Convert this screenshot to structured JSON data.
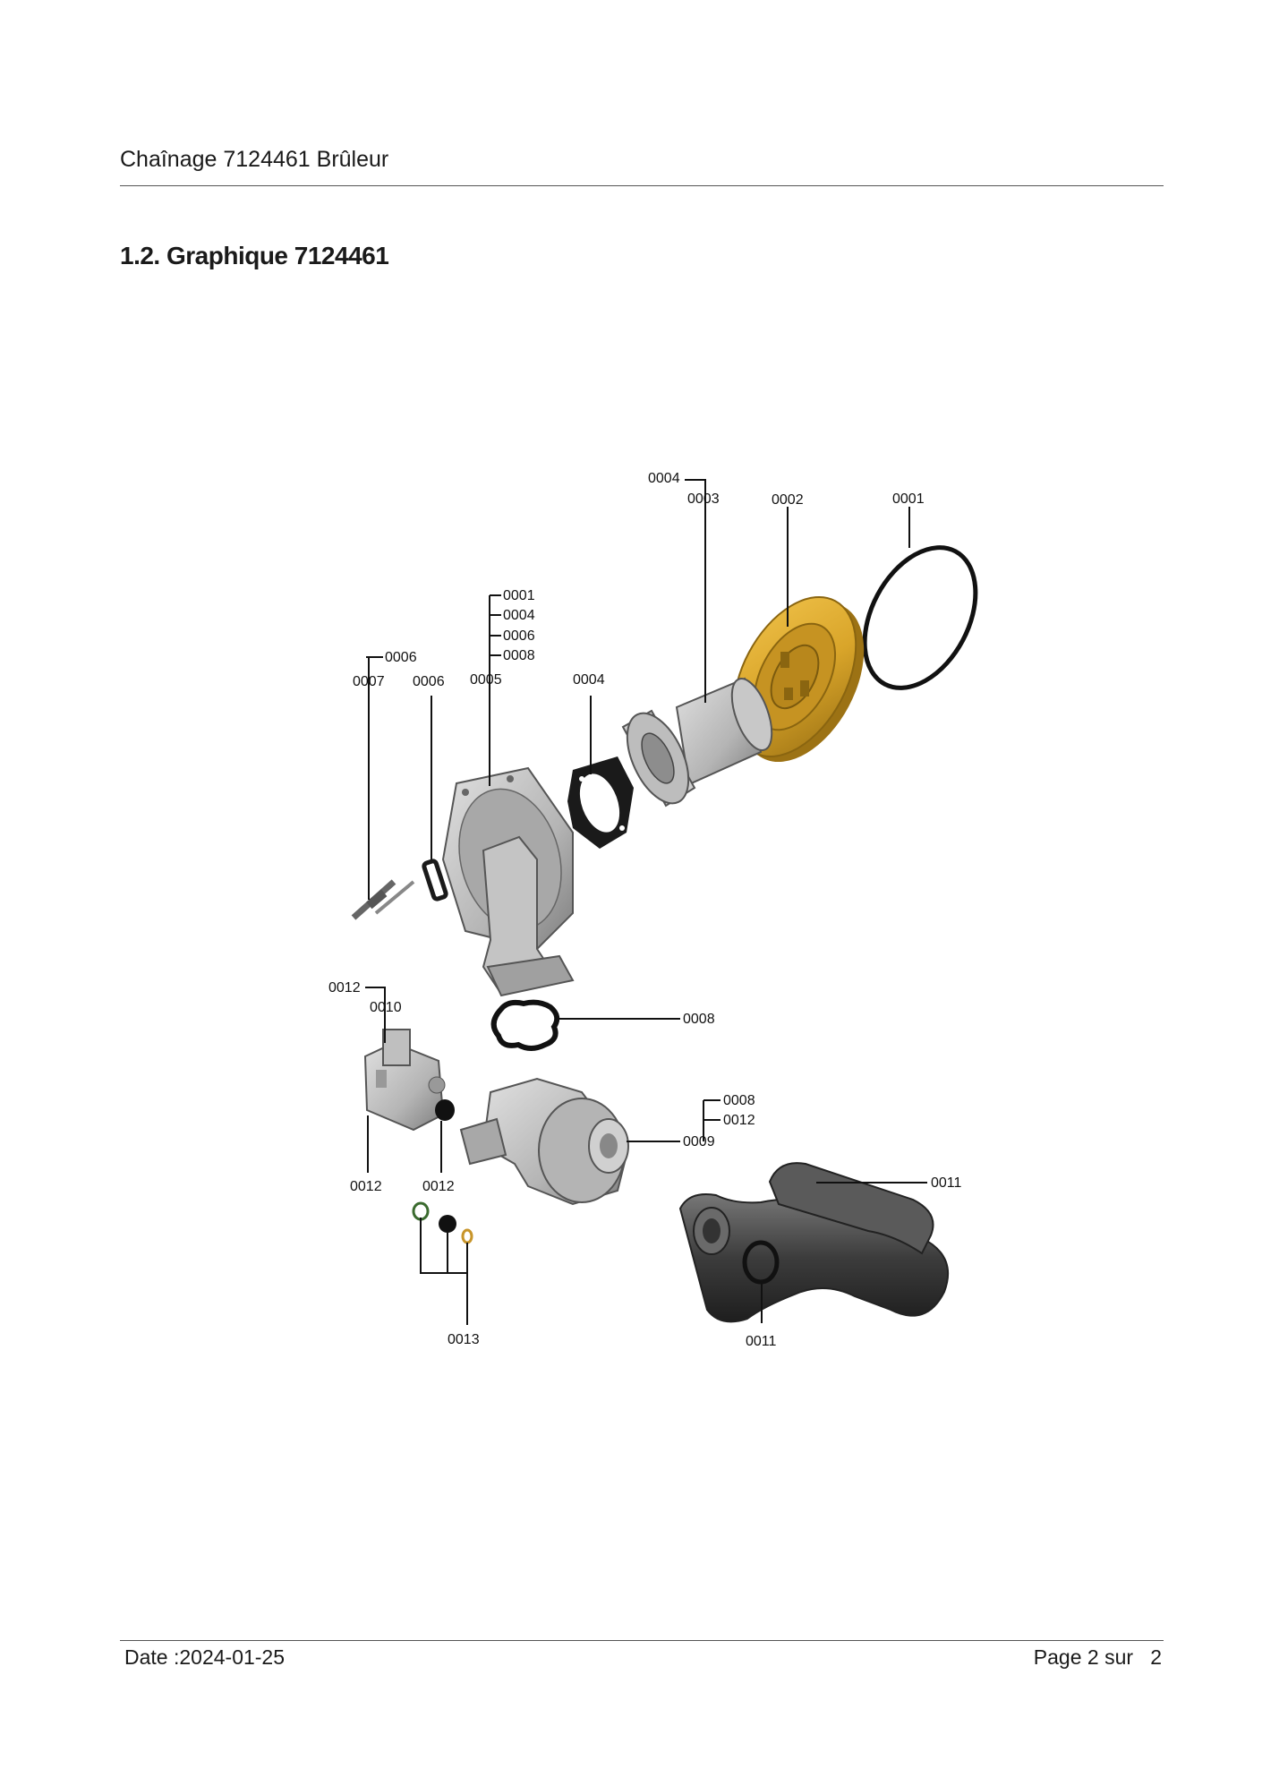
{
  "header": {
    "title": "Chaînage 7124461 Brûleur"
  },
  "section": {
    "title": "1.2. Graphique 7124461"
  },
  "diagram": {
    "labels": {
      "l0004_top": "0004",
      "l0003": "0003",
      "l0002": "0002",
      "l0001_top": "0001",
      "l0001_group": "0001",
      "l0004_group": "0004",
      "l0006_group": "0006",
      "l0008_group": "0008",
      "l0006_small": "0006",
      "l0007": "0007",
      "l0006": "0006",
      "l0005": "0005",
      "l0004_gasket": "0004",
      "l0012_top": "0012",
      "l0010": "0010",
      "l0008_oring": "0008",
      "l0008_fan": "0008",
      "l0012_fan": "0012",
      "l0009": "0009",
      "l0011_pipe": "0011",
      "l0012_valve": "0012",
      "l0012_plug": "0012",
      "l0013": "0013",
      "l0011_ring": "0011"
    },
    "colors": {
      "cap_gold": "#d9a52a",
      "metal_grey": "#b9b9b9",
      "dark_pipe": "#3c3c3c",
      "gasket_black": "#1a1a1a"
    }
  },
  "footer": {
    "date": "Date :2024-01-25",
    "page": "Page 2 sur   2"
  }
}
